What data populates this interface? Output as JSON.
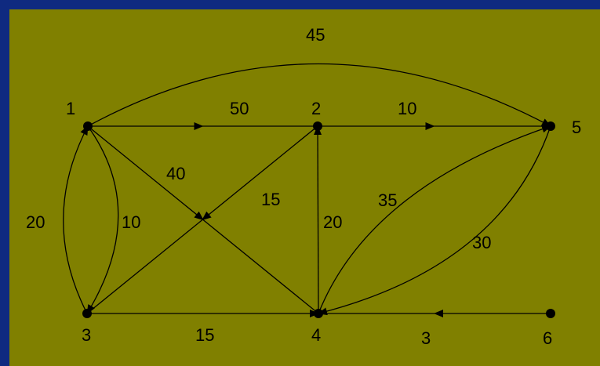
{
  "colors": {
    "frame": "#0f2a80",
    "panel": "#808000",
    "ink": "#000000"
  },
  "nodes": [
    {
      "id": "1",
      "label": "1"
    },
    {
      "id": "2",
      "label": "2"
    },
    {
      "id": "3",
      "label": "3"
    },
    {
      "id": "4",
      "label": "4"
    },
    {
      "id": "5",
      "label": "5"
    },
    {
      "id": "6",
      "label": "6"
    }
  ],
  "edges": [
    {
      "from": "1",
      "to": "5",
      "weight": "45"
    },
    {
      "from": "1",
      "to": "2",
      "weight": "50"
    },
    {
      "from": "2",
      "to": "5",
      "weight": "10"
    },
    {
      "from": "1",
      "to": "4",
      "weight": "40"
    },
    {
      "from": "2",
      "to": "3",
      "weight": "15"
    },
    {
      "from": "4",
      "to": "2",
      "weight": "20"
    },
    {
      "from": "4",
      "to": "5",
      "weight": "35"
    },
    {
      "from": "5",
      "to": "4",
      "weight": "30"
    },
    {
      "from": "3",
      "to": "1",
      "weight": "20"
    },
    {
      "from": "1",
      "to": "3",
      "weight": "10"
    },
    {
      "from": "3",
      "to": "4",
      "weight": "15"
    },
    {
      "from": "6",
      "to": "4",
      "weight": "3"
    }
  ]
}
